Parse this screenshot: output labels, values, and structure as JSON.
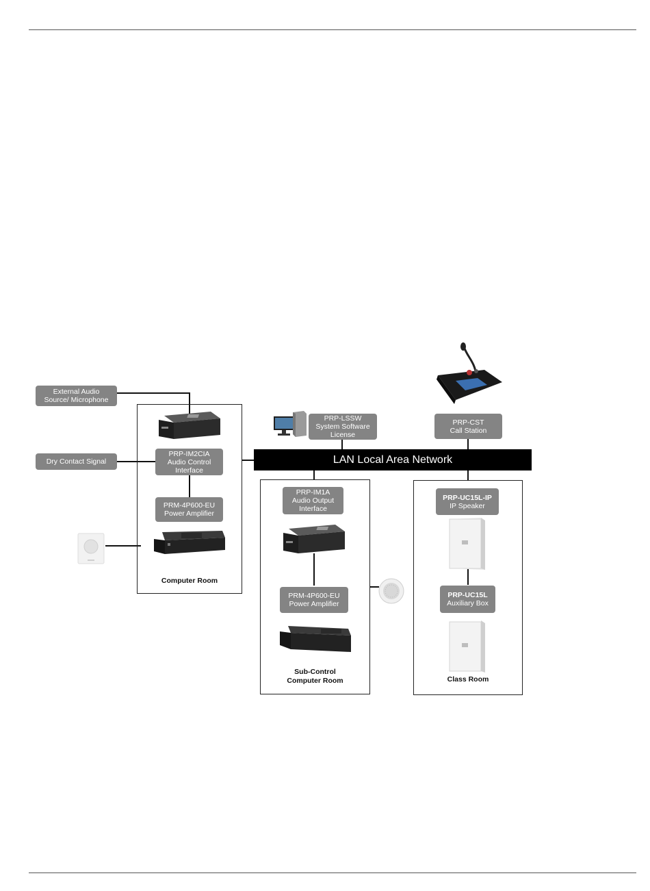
{
  "labels": {
    "external_audio": [
      "External Audio",
      "Source/ Microphone"
    ],
    "dry_contact": [
      "Dry Contact Signal"
    ],
    "im2cia": [
      "PRP-IM2CIA",
      "Audio Control",
      "Interface"
    ],
    "amp_left": [
      "PRM-4P600-EU",
      "Power Amplifier"
    ],
    "lssw": [
      "PRP-LSSW",
      "System Software",
      "License"
    ],
    "cst": [
      "PRP-CST",
      "Call Station"
    ],
    "im1a": [
      "PRP-IM1A",
      "Audio Output",
      "Interface"
    ],
    "amp_mid": [
      "PRM-4P600-EU",
      "Power Amplifier"
    ],
    "uc15l_ip": [
      "PRP-UC15L-IP",
      "IP Speaker"
    ],
    "uc15l_aux": [
      "PRP-UC15L",
      "Auxiliary Box"
    ]
  },
  "lan_label": "LAN Local Area Network",
  "rooms": {
    "computer_room": [
      "Computer Room"
    ],
    "sub_control": [
      "Sub-Control",
      "Computer Room"
    ],
    "class_room": [
      "Class Room"
    ]
  },
  "colors": {
    "label_bg": "#848484",
    "lan_bg": "#000000",
    "line": "#111111"
  }
}
